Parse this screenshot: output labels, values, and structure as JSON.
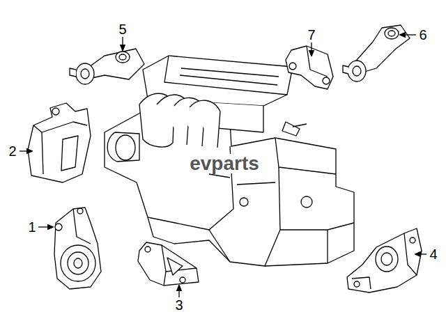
{
  "diagram": {
    "labels": [
      "5",
      "7",
      "6",
      "2",
      "evparts",
      "1",
      "4",
      "3"
    ]
  }
}
